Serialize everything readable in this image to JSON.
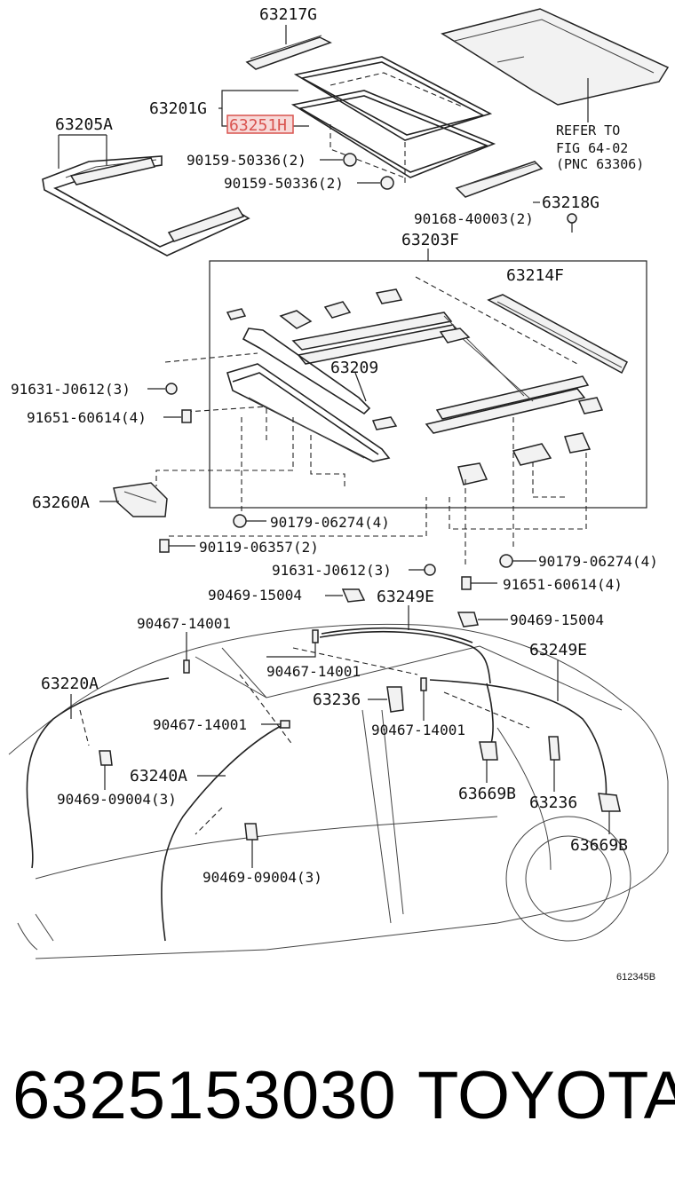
{
  "diagram": {
    "labels": {
      "p63217G": "63217G",
      "p63201G": "63201G",
      "p63251": "63251H",
      "p63205A": "63205A",
      "ref1": "REFER TO",
      "ref2": "FIG 64-02",
      "ref3": "(PNC 63306)",
      "b90159a": "90159-50336(2)",
      "b90159b": "90159-50336(2)",
      "p63218G": "63218G",
      "b90168": "90168-40003(2)",
      "p63203F": "63203F",
      "p63214F": "63214F",
      "p63209": "63209",
      "b91631a": "91631-J0612(3)",
      "b91651a": "91651-60614(4)",
      "p63260A": "63260A",
      "b90179a": "90179-06274(4)",
      "b90119": "90119-06357(2)",
      "b91631b": "91631-J0612(3)",
      "b90179b": "90179-06274(4)",
      "b91651b": "91651-60614(4)",
      "b90469a": "90469-15004",
      "p63249Ea": "63249E",
      "b90469b": "90469-15004",
      "b90467a": "90467-14001",
      "p63249Eb": "63249E",
      "b90467b": "90467-14001",
      "p63220A": "63220A",
      "p63236a": "63236",
      "b90467c": "90467-14001",
      "b90467d": "90467-14001",
      "p63240A": "63240A",
      "p63669Ba": "63669B",
      "b90469c": "90469-09004(3)",
      "p63236b": "63236",
      "p63669Bb": "63669B",
      "b90469d": "90469-09004(3)",
      "code": "612345B"
    },
    "highlight_color": "#d9534f"
  },
  "footer": {
    "part_number": "6325153030",
    "brand": "TOYOTA"
  }
}
